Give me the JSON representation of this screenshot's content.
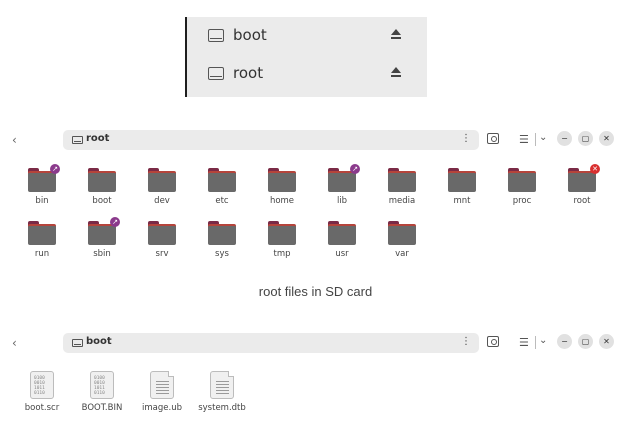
{
  "mounts": [
    {
      "label": "boot",
      "icon": "drive-icon"
    },
    {
      "label": "root",
      "icon": "drive-icon"
    }
  ],
  "windows": {
    "root": {
      "path": "root",
      "items": [
        {
          "name": "bin",
          "badge": "↗"
        },
        {
          "name": "boot",
          "badge": ""
        },
        {
          "name": "dev",
          "badge": ""
        },
        {
          "name": "etc",
          "badge": ""
        },
        {
          "name": "home",
          "badge": ""
        },
        {
          "name": "lib",
          "badge": "↗"
        },
        {
          "name": "media",
          "badge": ""
        },
        {
          "name": "mnt",
          "badge": ""
        },
        {
          "name": "proc",
          "badge": ""
        },
        {
          "name": "root",
          "badge": "✕"
        },
        {
          "name": "run",
          "badge": ""
        },
        {
          "name": "sbin",
          "badge": "↗"
        },
        {
          "name": "srv",
          "badge": ""
        },
        {
          "name": "sys",
          "badge": ""
        },
        {
          "name": "tmp",
          "badge": ""
        },
        {
          "name": "usr",
          "badge": ""
        },
        {
          "name": "var",
          "badge": ""
        }
      ]
    },
    "boot": {
      "path": "boot",
      "items": [
        {
          "name": "boot.scr",
          "type": "binary"
        },
        {
          "name": "BOOT.BIN",
          "type": "binary"
        },
        {
          "name": "image.ub",
          "type": "text"
        },
        {
          "name": "system.dtb",
          "type": "text"
        }
      ]
    }
  },
  "caption": "root files in SD card",
  "header_icons": {
    "back": "‹",
    "menu": "⋮",
    "view": "☰",
    "dropdown": "⌄",
    "minimize": "−",
    "maximize": "▢",
    "close": "✕"
  },
  "binary_glyph": "0100\n0010\n1011\n0110",
  "colors": {
    "folder_tab": "#7a2a46",
    "folder_back": "#b5443b",
    "folder_front": "#696969",
    "symlink_badge": "#8b3a8c",
    "error_badge": "#d93030"
  }
}
